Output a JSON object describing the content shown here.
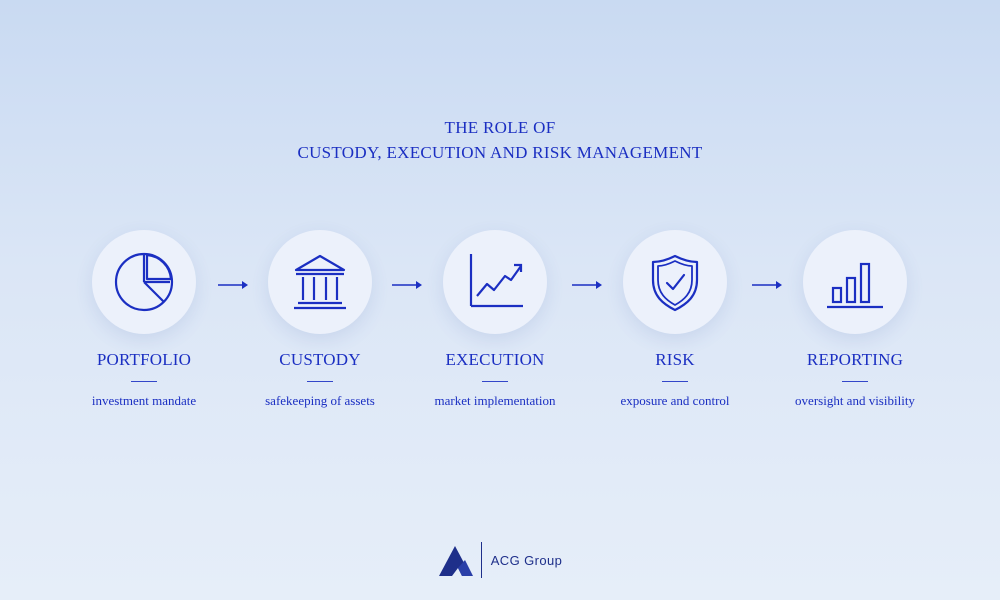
{
  "title": {
    "line1": "THE ROLE OF",
    "line2": "CUSTODY, EXECUTION AND RISK MANAGEMENT"
  },
  "steps": [
    {
      "label": "PORTFOLIO",
      "description": "investment mandate",
      "icon": "pie-chart-icon"
    },
    {
      "label": "CUSTODY",
      "description": "safekeeping of assets",
      "icon": "bank-building-icon"
    },
    {
      "label": "EXECUTION",
      "description": "market implementation",
      "icon": "trend-chart-icon"
    },
    {
      "label": "RISK",
      "description": "exposure and control",
      "icon": "shield-check-icon"
    },
    {
      "label": "REPORTING",
      "description": "oversight and visibility",
      "icon": "bar-chart-icon"
    }
  ],
  "footer": {
    "brand": "ACG Group",
    "logo": "mountain-logo-icon"
  },
  "colors": {
    "accent": "#1b2fc2",
    "logo": "#1e2f8a",
    "circle": "#ecf1fb"
  }
}
